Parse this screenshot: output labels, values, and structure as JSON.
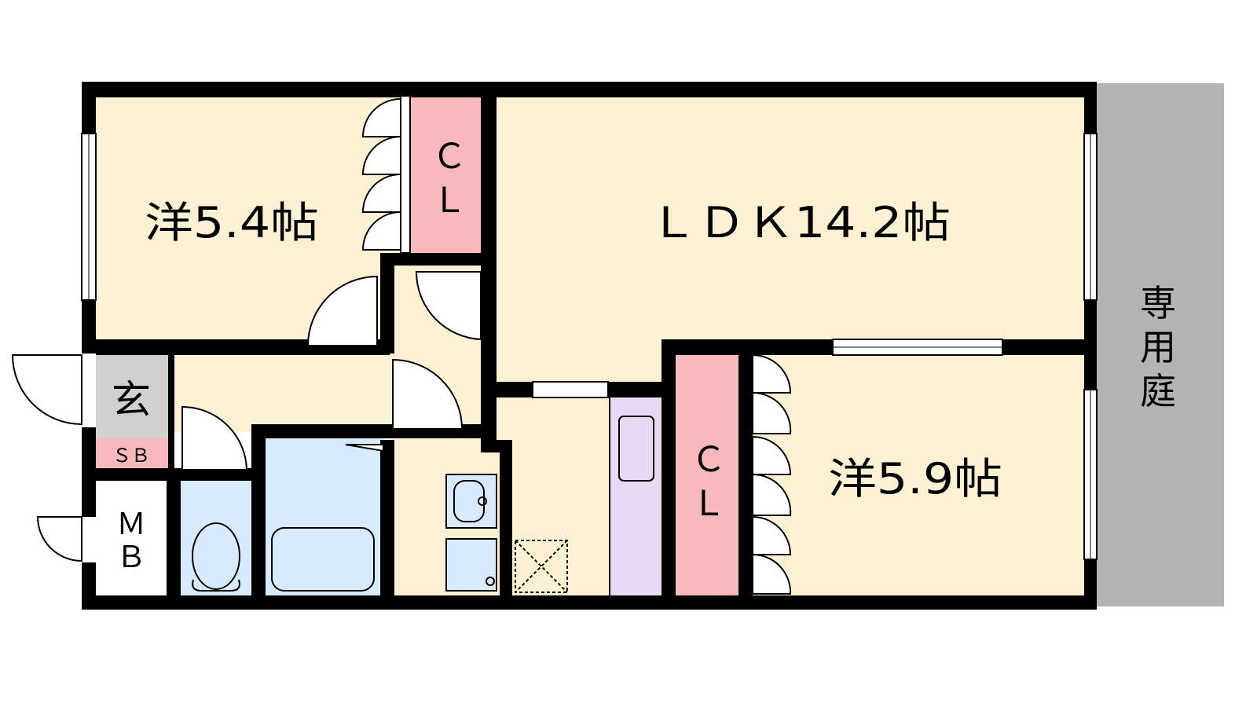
{
  "rooms": {
    "western_room_1": "洋5.4帖",
    "ldk": "ＬＤＫ14.2帖",
    "western_room_2": "洋5.9帖",
    "entrance": "玄",
    "shoe_box": "ＳＢ",
    "closet_1_line1": "Ｃ",
    "closet_1_line2": "Ｌ",
    "closet_2_line1": "Ｃ",
    "closet_2_line2": "Ｌ",
    "meter_box_line1": "Ｍ",
    "meter_box_line2": "Ｂ",
    "private_garden": [
      "専",
      "用",
      "庭"
    ]
  },
  "colors": {
    "floor": "#fdf1d3",
    "wall": "#000000",
    "closet": "#f7b9bc",
    "wet_area": "#d8eafd",
    "kitchen": "#e8daf3",
    "entrance": "#d0d0d0",
    "garden": "#b4b4b4"
  }
}
